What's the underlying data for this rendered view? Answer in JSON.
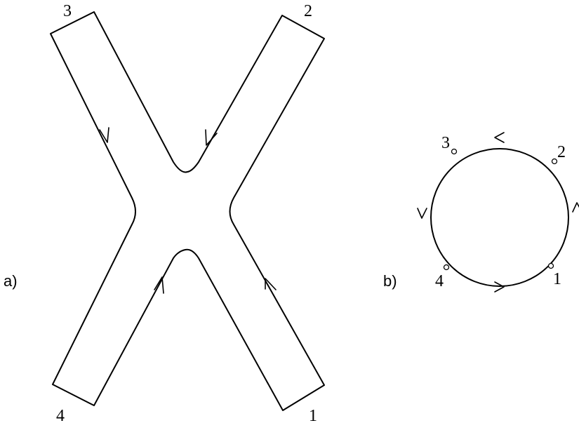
{
  "panels": {
    "a": {
      "label": "a)",
      "ports": [
        "1",
        "2",
        "3",
        "4"
      ]
    },
    "b": {
      "label": "b)",
      "points": [
        "1",
        "2",
        "3",
        "4"
      ]
    }
  }
}
